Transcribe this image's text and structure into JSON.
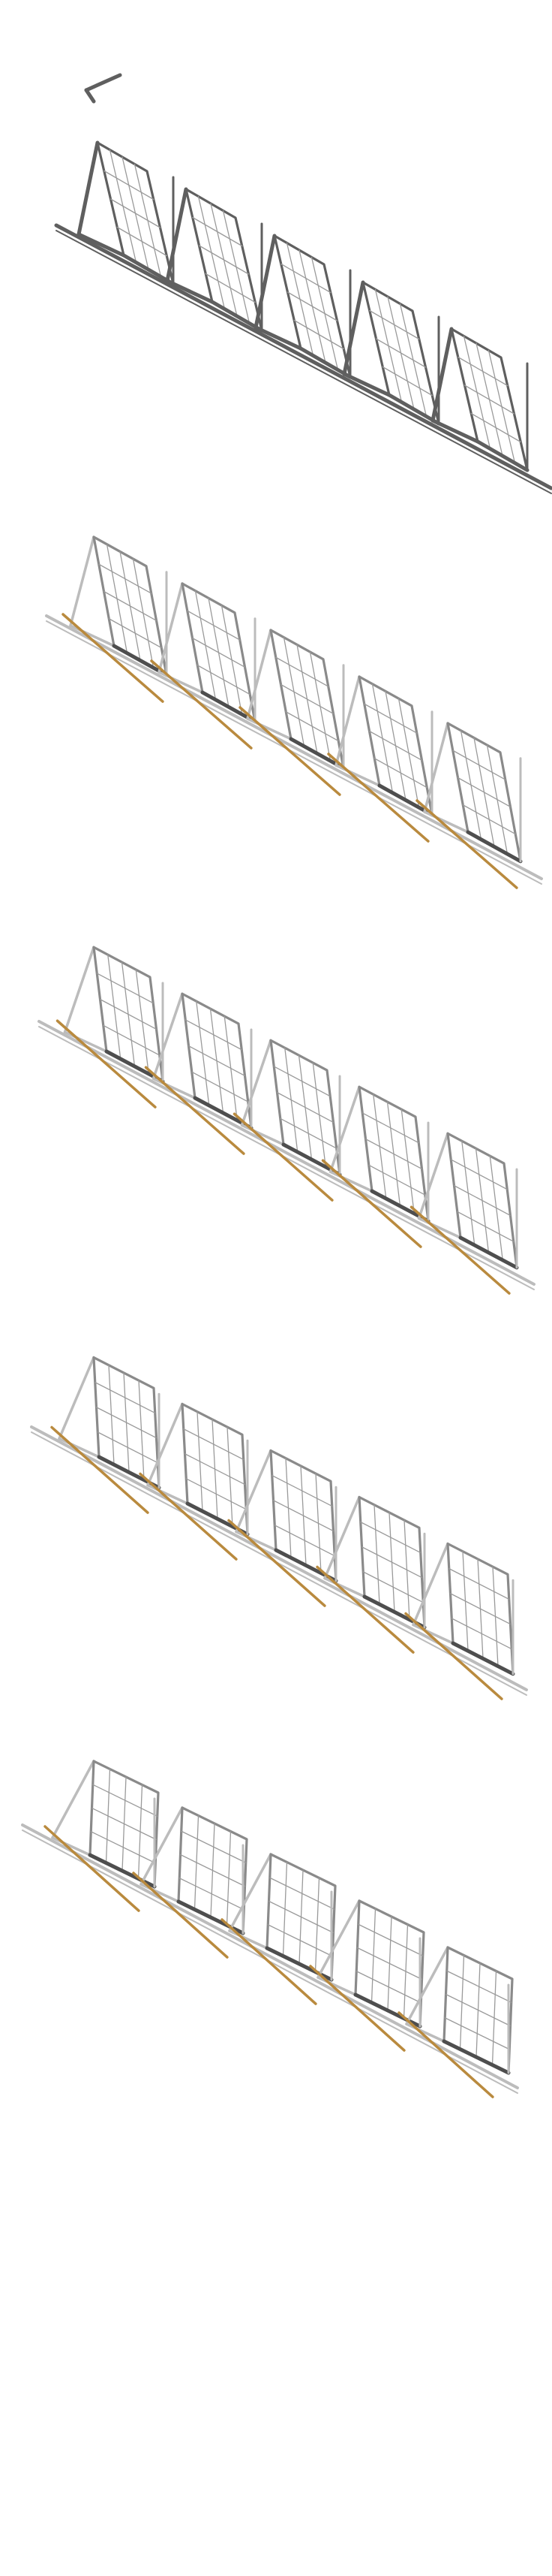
{
  "image": {
    "description_kind": "isometric deployable solar array stages",
    "colors": {
      "frame_dark": "#5f5f5f",
      "frame_light": "#bcbcbc",
      "frame_mid": "#8a8a8a",
      "panel_fill": "#ffffff",
      "grid": "#9a9a9a",
      "strut": "#b98a3e"
    },
    "stages": [
      {
        "id": "stage-1",
        "fold": 0.0,
        "panels": 5,
        "struts": false
      },
      {
        "id": "stage-2",
        "fold": 0.2,
        "panels": 5,
        "struts": true
      },
      {
        "id": "stage-3",
        "fold": 0.45,
        "panels": 5,
        "struts": true
      },
      {
        "id": "stage-4",
        "fold": 0.7,
        "panels": 5,
        "struts": true
      },
      {
        "id": "stage-5",
        "fold": 1.0,
        "panels": 5,
        "struts": true
      }
    ]
  }
}
